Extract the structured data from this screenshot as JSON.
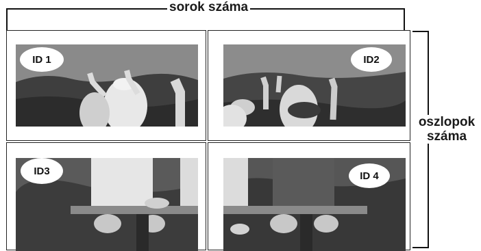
{
  "labels": {
    "rows": "sorok száma",
    "columns_line1": "oszlopok",
    "columns_line2": "száma"
  },
  "panels": [
    {
      "id": "ID 1"
    },
    {
      "id": "ID2"
    },
    {
      "id": "ID3"
    },
    {
      "id": "ID 4"
    }
  ]
}
